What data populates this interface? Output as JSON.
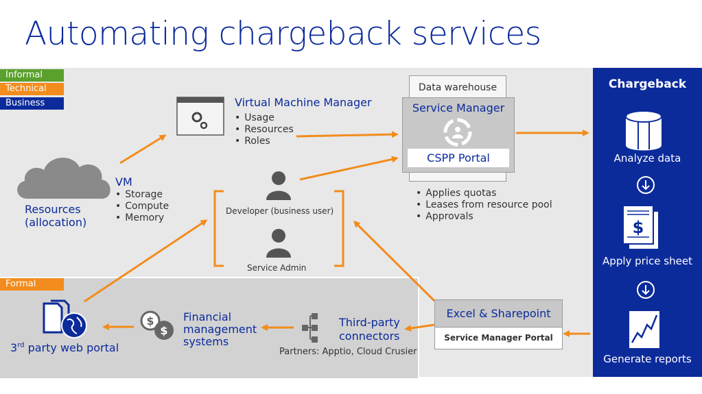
{
  "title": "Automating chargeback services",
  "legend": {
    "informal": {
      "label": "Informal",
      "color": "#5aa02c"
    },
    "technical": {
      "label": "Technical",
      "color": "#f28c1c"
    },
    "business": {
      "label": "Business",
      "color": "#0c2b9b"
    },
    "formal": {
      "label": "Formal",
      "color": "#f28c1c"
    }
  },
  "resources": {
    "label_line1": "Resources",
    "label_line2": "(allocation)"
  },
  "vm": {
    "title": "VM",
    "items": [
      "Storage",
      "Compute",
      "Memory"
    ]
  },
  "vmm": {
    "title": "Virtual Machine Manager",
    "items": [
      "Usage",
      "Resources",
      "Roles"
    ]
  },
  "people": {
    "developer": "Developer (business user)",
    "admin": "Service Admin"
  },
  "data_warehouse": {
    "label": "Data warehouse"
  },
  "service_manager": {
    "title": "Service Manager",
    "portal": "CSPP Portal",
    "items": [
      "Applies quotas",
      "Leases from resource pool",
      "Approvals"
    ]
  },
  "chargeback": {
    "title": "Chargeback",
    "steps": [
      "Analyze data",
      "Apply price sheet",
      "Generate reports"
    ]
  },
  "excel": {
    "label": "Excel & Sharepoint",
    "portal": "Service Manager Portal"
  },
  "third_party": {
    "line1": "Third-party",
    "line2": "connectors",
    "partners": "Partners: Apptio, Cloud Crusier"
  },
  "financial": {
    "line1": "Financial",
    "line2": "management",
    "line3": "systems"
  },
  "web_portal": {
    "prefix": "3",
    "superscript": "rd",
    "suffix": " party web portal"
  },
  "colors": {
    "accent": "#f28c1c",
    "brand": "#0c2b9b",
    "text": "#333333"
  }
}
